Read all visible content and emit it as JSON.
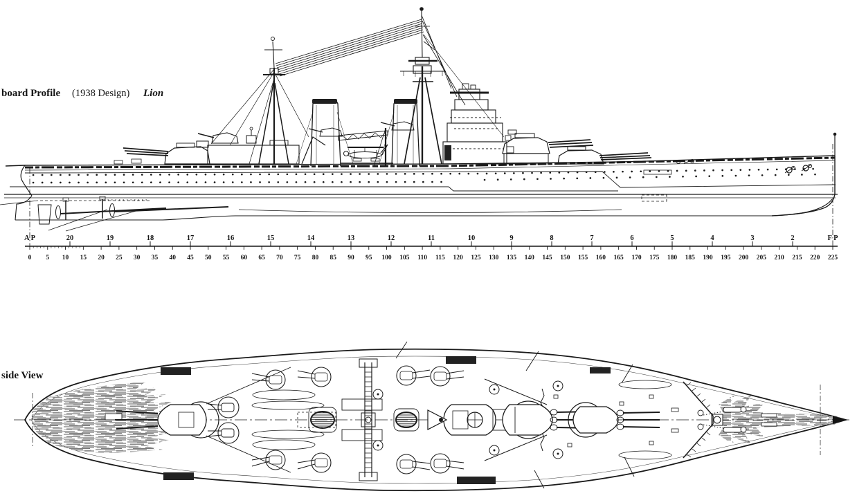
{
  "page": {
    "background": "#ffffff",
    "ink": "#1a1a1a"
  },
  "profile_view": {
    "title": {
      "bold": "board Profile",
      "paren": "(1938 Design)",
      "ship_name": "Lion"
    }
  },
  "plan_view": {
    "title": "side View"
  },
  "scale_ruler": {
    "stations": [
      "A P",
      "20",
      "19",
      "18",
      "17",
      "16",
      "15",
      "14",
      "13",
      "12",
      "11",
      "10",
      "9",
      "8",
      "7",
      "6",
      "5",
      "4",
      "3",
      "2",
      "F P"
    ],
    "units": [
      "0",
      "5",
      "10",
      "15",
      "20",
      "25",
      "30",
      "35",
      "40",
      "45",
      "50",
      "55",
      "60",
      "65",
      "70",
      "75",
      "80",
      "85",
      "90",
      "95",
      "100",
      "105",
      "110",
      "115",
      "120",
      "125",
      "130",
      "135",
      "140",
      "145",
      "150",
      "155",
      "160",
      "165",
      "170",
      "175",
      "180",
      "185",
      "190",
      "195",
      "200",
      "205",
      "210",
      "215",
      "220",
      "225"
    ]
  }
}
